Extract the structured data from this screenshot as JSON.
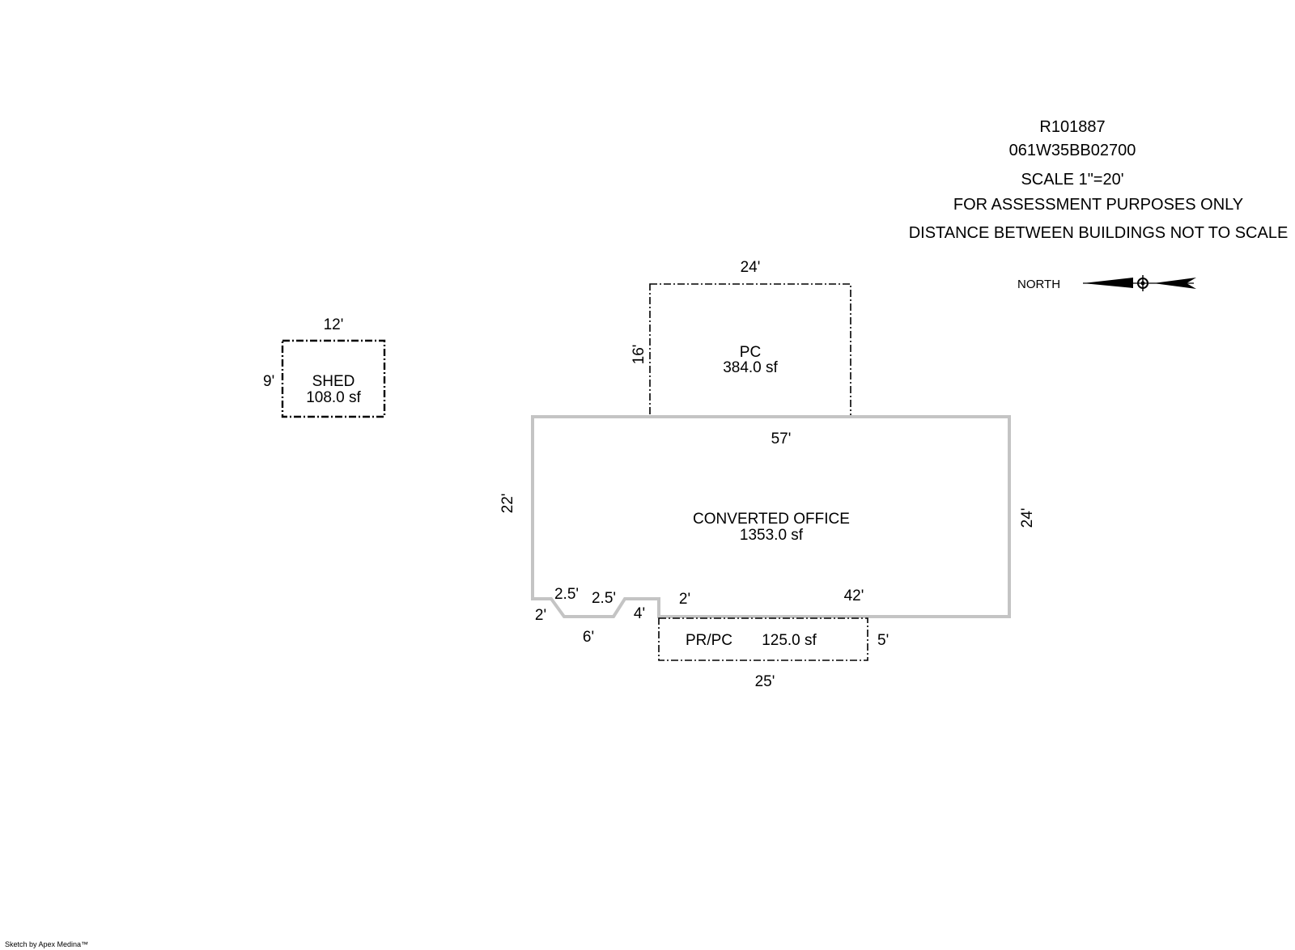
{
  "header": {
    "account": "R101887",
    "map_number": "061W35BB02700",
    "scale": "SCALE 1\"=20'",
    "note1": "FOR ASSESSMENT PURPOSES ONLY",
    "note2": "DISTANCE BETWEEN BUILDINGS NOT TO SCALE"
  },
  "compass": {
    "label": "NORTH",
    "icon": "north-arrow-icon"
  },
  "shed": {
    "name": "SHED",
    "area": "108.0 sf",
    "dims": {
      "top": "12'",
      "left": "9'"
    }
  },
  "pc": {
    "name": "PC",
    "area": "384.0 sf",
    "dims": {
      "top": "24'",
      "left": "16'"
    }
  },
  "office": {
    "name": "CONVERTED OFFICE",
    "area": "1353.0 sf",
    "dims": {
      "top": "57'",
      "left": "22'",
      "right": "24'",
      "bottom_right": "42'",
      "step_a": "2.5'",
      "step_b": "2.5'",
      "step_c": "2'",
      "step_d": "2'",
      "notch_bottom": "6'",
      "notch_right": "4'"
    }
  },
  "prpc": {
    "name": "PR/PC",
    "area": "125.0 sf",
    "dims": {
      "bottom": "25'",
      "right": "5'"
    }
  },
  "credit": "Sketch by Apex Medina™"
}
